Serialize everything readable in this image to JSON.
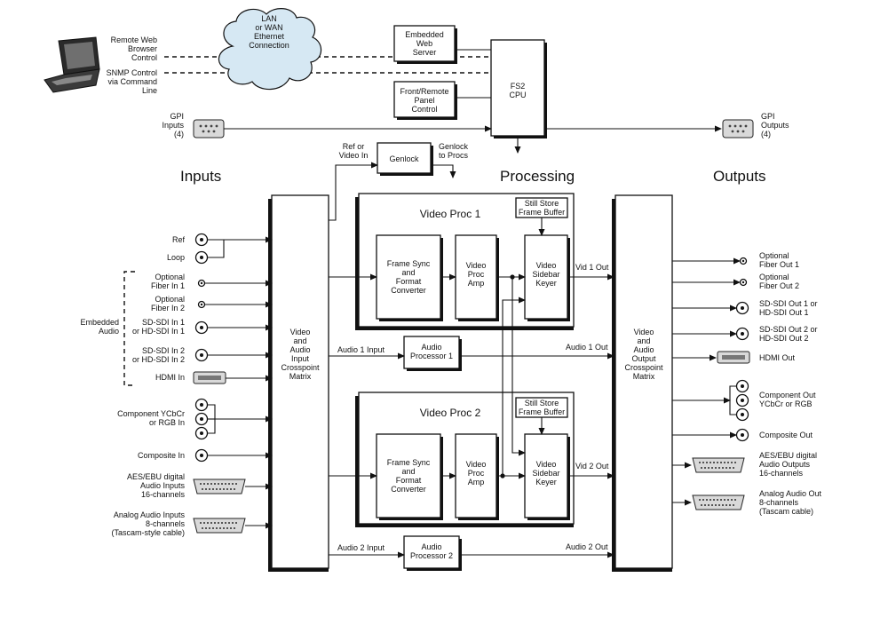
{
  "sections": {
    "inputs": "Inputs",
    "processing": "Processing",
    "outputs": "Outputs"
  },
  "network": {
    "cloud": [
      "LAN",
      "or WAN",
      "Ethernet",
      "Connection"
    ],
    "web_control": [
      "Remote Web",
      "Browser",
      "Control"
    ],
    "snmp_control": [
      "SNMP Control",
      "via Command",
      "Line"
    ],
    "web_server": [
      "Embedded",
      "Web",
      "Server"
    ],
    "panel": [
      "Front/Remote",
      "Panel",
      "Control"
    ],
    "cpu": [
      "FS2",
      "CPU"
    ]
  },
  "gpi": {
    "inputs": [
      "GPI",
      "Inputs",
      "(4)"
    ],
    "outputs": [
      "GPI",
      "Outputs",
      "(4)"
    ]
  },
  "genlock": {
    "label": "Genlock",
    "ref_in": [
      "Ref or",
      "Video In"
    ],
    "to_procs": [
      "Genlock",
      "to Procs"
    ]
  },
  "inputs": {
    "ref": "Ref",
    "loop": "Loop",
    "fiber1": [
      "Optional",
      "Fiber In 1"
    ],
    "fiber2": [
      "Optional",
      "Fiber In 2"
    ],
    "embedded_audio": [
      "Embedded",
      "Audio"
    ],
    "sdi1": [
      "SD-SDI In 1",
      "or HD-SDI In 1"
    ],
    "sdi2": [
      "SD-SDI In 2",
      "or HD-SDI In 2"
    ],
    "hdmi": "HDMI In",
    "component": [
      "Component YCbCr",
      "or RGB In"
    ],
    "composite": "Composite In",
    "aes": [
      "AES/EBU digital",
      "Audio Inputs",
      "16-channels"
    ],
    "analog": [
      "Analog Audio Inputs",
      "8-channels",
      "(Tascam-style cable)"
    ]
  },
  "input_matrix": [
    "Video",
    "and",
    "Audio",
    "Input",
    "Crosspoint",
    "Matrix"
  ],
  "output_matrix": [
    "Video",
    "and",
    "Audio",
    "Output",
    "Crosspoint",
    "Matrix"
  ],
  "proc1": {
    "title": "Video Proc 1",
    "still_store": [
      "Still Store",
      "Frame Buffer"
    ],
    "frame_sync": [
      "Frame Sync",
      "and",
      "Format",
      "Converter"
    ],
    "proc_amp": [
      "Video",
      "Proc",
      "Amp"
    ],
    "keyer": [
      "Video",
      "Sidebar",
      "Keyer"
    ],
    "out": "Vid 1 Out"
  },
  "proc2": {
    "title": "Video Proc 2",
    "still_store": [
      "Still Store",
      "Frame Buffer"
    ],
    "frame_sync": [
      "Frame Sync",
      "and",
      "Format",
      "Converter"
    ],
    "proc_amp": [
      "Video",
      "Proc",
      "Amp"
    ],
    "keyer": [
      "Video",
      "Sidebar",
      "Keyer"
    ],
    "out": "Vid 2 Out"
  },
  "audio1": {
    "input": "Audio 1 Input",
    "processor": [
      "Audio",
      "Processor 1"
    ],
    "out": "Audio 1 Out"
  },
  "audio2": {
    "input": "Audio 2 Input",
    "processor": [
      "Audio",
      "Processor 2"
    ],
    "out": "Audio 2 Out"
  },
  "outputs": {
    "fiber1": [
      "Optional",
      "Fiber Out 1"
    ],
    "fiber2": [
      "Optional",
      "Fiber Out 2"
    ],
    "sdi1": [
      "SD-SDI Out 1 or",
      "HD-SDI Out 1"
    ],
    "sdi2": [
      "SD-SDI Out 2 or",
      "HD-SDI Out 2"
    ],
    "hdmi": "HDMI Out",
    "component": [
      "Component Out",
      "YCbCr or RGB"
    ],
    "composite": "Composite Out",
    "aes": [
      "AES/EBU digital",
      "Audio Outputs",
      "16-channels"
    ],
    "analog": [
      "Analog Audio Out",
      "8-channels",
      "(Tascam cable)"
    ]
  }
}
